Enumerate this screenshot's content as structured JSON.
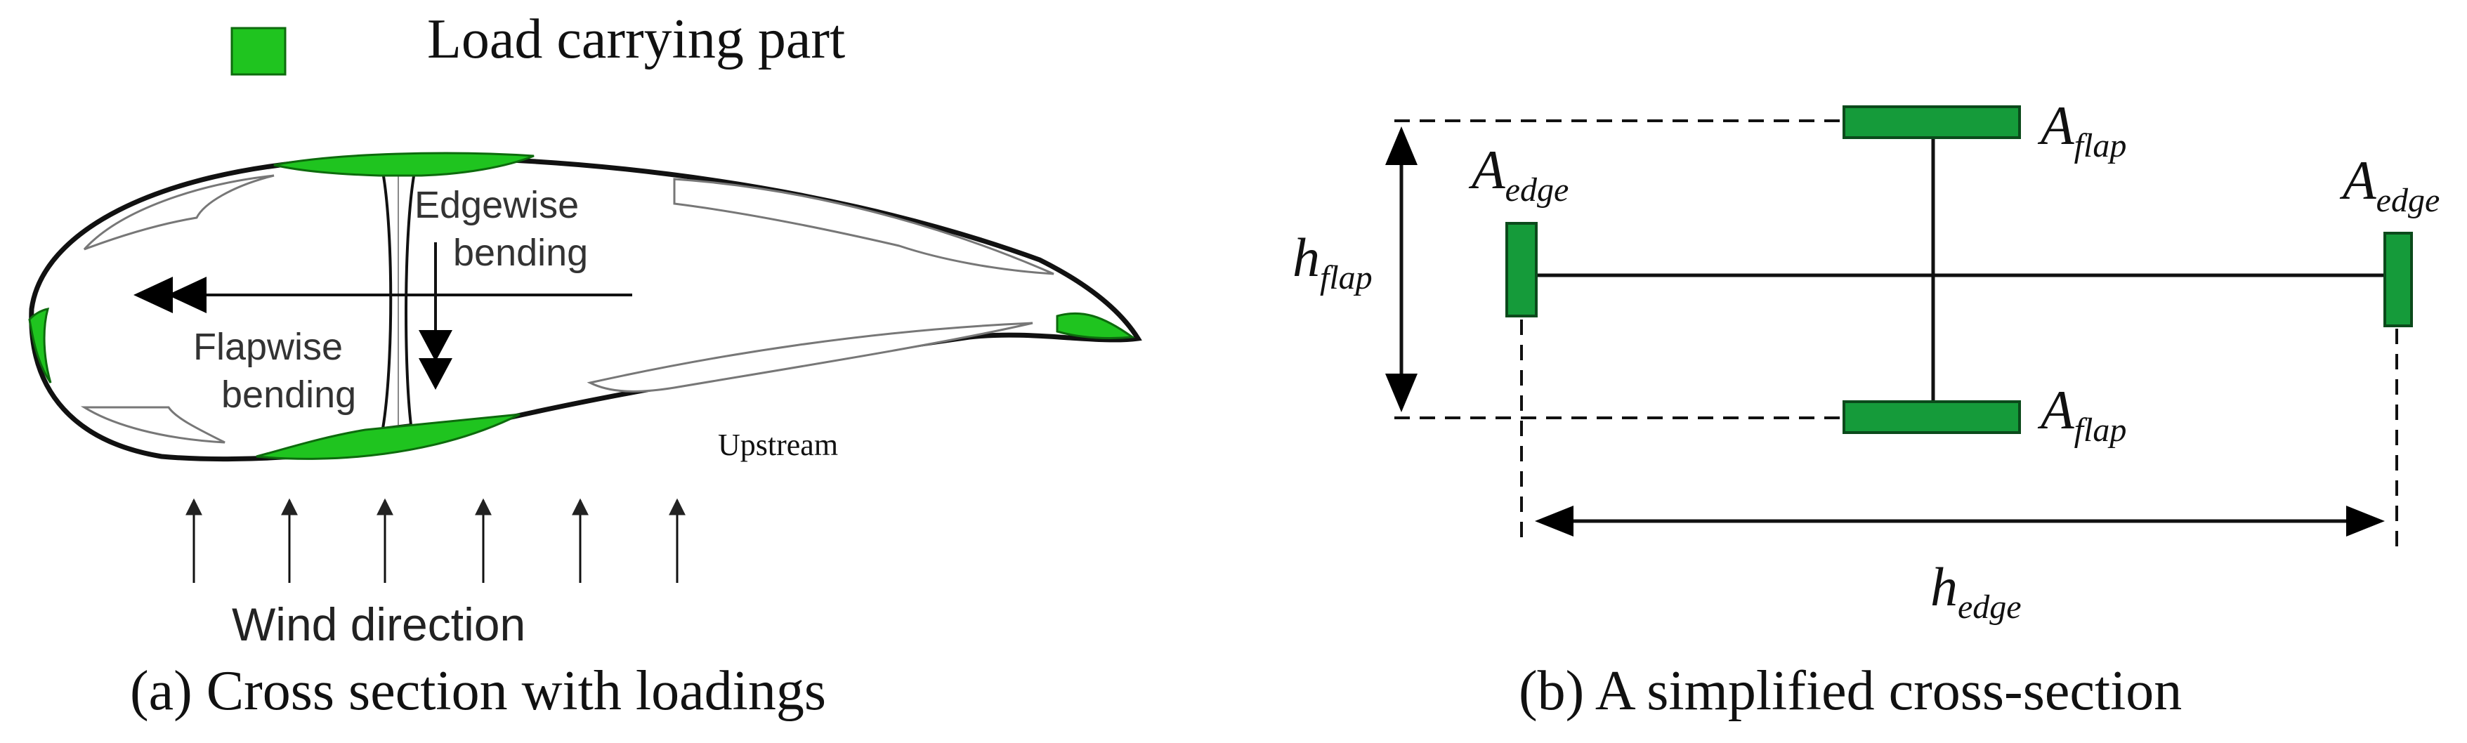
{
  "legend": {
    "label": "Load carrying part",
    "swatch_color": "#1fc41f"
  },
  "panel_a": {
    "caption": "(a)  Cross section with loadings",
    "edgewise_label_line1": "Edgewise",
    "edgewise_label_line2": "bending",
    "flapwise_label_line1": "Flapwise",
    "flapwise_label_line2": "bending",
    "upstream_label": "Upstream",
    "wind_label": "Wind direction",
    "load_color": "#1fc41f"
  },
  "panel_b": {
    "caption": "(b) A simplified cross-section",
    "a_flap_top": {
      "main": "A",
      "sub": "flap"
    },
    "a_flap_bottom": {
      "main": "A",
      "sub": "flap"
    },
    "a_edge_left": {
      "main": "A",
      "sub": "edge"
    },
    "a_edge_right": {
      "main": "A",
      "sub": "edge"
    },
    "h_flap": {
      "main": "h",
      "sub": "flap"
    },
    "h_edge": {
      "main": "h",
      "sub": "edge"
    },
    "flange_color": "#159b3a"
  }
}
